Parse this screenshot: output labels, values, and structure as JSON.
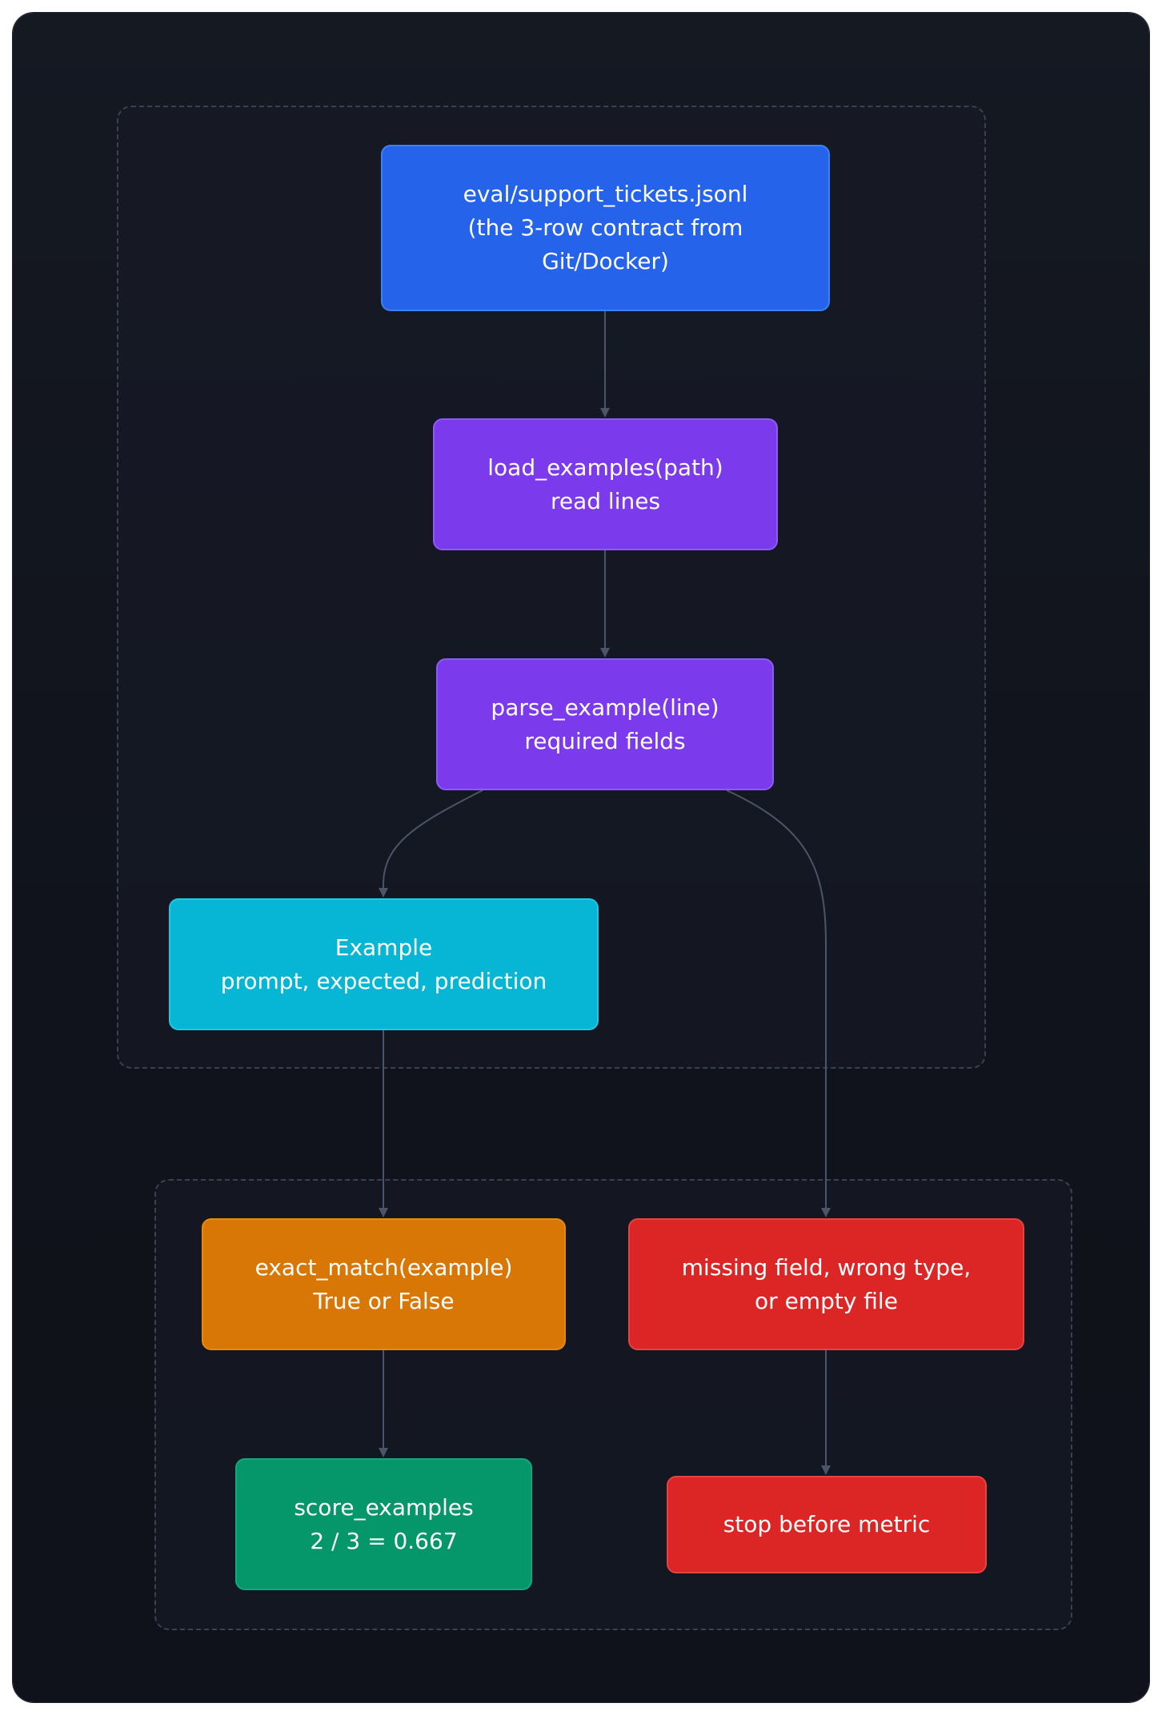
{
  "nodes": {
    "source": [
      "eval/support_tickets.jsonl",
      "(the 3-row contract from",
      "Git/Docker)"
    ],
    "load": [
      "load_examples(path)",
      "read lines"
    ],
    "parse": [
      "parse_example(line)",
      "required fields"
    ],
    "example": [
      "Example",
      "prompt, expected, prediction"
    ],
    "match": [
      "exact_match(example)",
      "True or False"
    ],
    "error": [
      "missing field, wrong type,",
      "or empty file"
    ],
    "score": [
      "score_examples",
      "2 / 3 = 0.667"
    ],
    "stop": [
      "stop before metric"
    ]
  },
  "colors": {
    "source": "#2563eb",
    "step": "#7c3aed",
    "example": "#06b6d4",
    "metric": "#d97706",
    "error": "#dc2626",
    "score": "#059669",
    "edge": "#4b5568"
  }
}
